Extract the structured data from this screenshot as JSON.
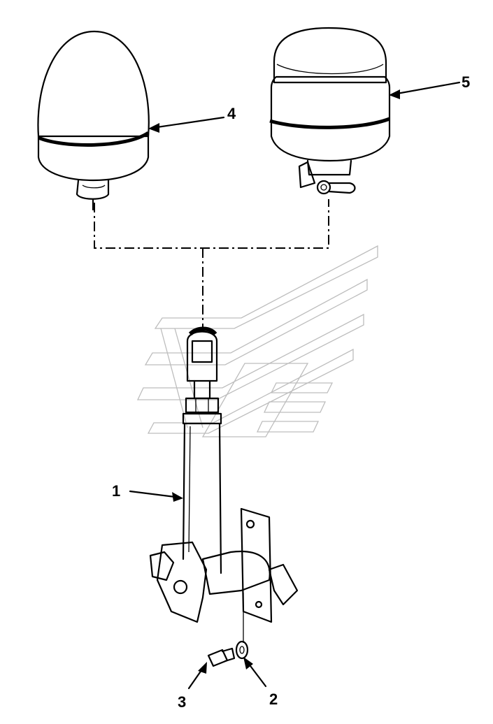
{
  "callouts": [
    {
      "id": "1",
      "label": "1"
    },
    {
      "id": "2",
      "label": "2"
    },
    {
      "id": "3",
      "label": "3"
    },
    {
      "id": "4",
      "label": "4"
    },
    {
      "id": "5",
      "label": "5"
    }
  ],
  "parts": {
    "mast": "mounting-mast",
    "washer": "washer",
    "bolt": "bolt",
    "beacon_a": "beacon-dome-pin-mount",
    "beacon_b": "beacon-flange-mount"
  },
  "colors": {
    "ink": "#000000",
    "watermark": "#bdbdbd",
    "background": "#ffffff"
  }
}
